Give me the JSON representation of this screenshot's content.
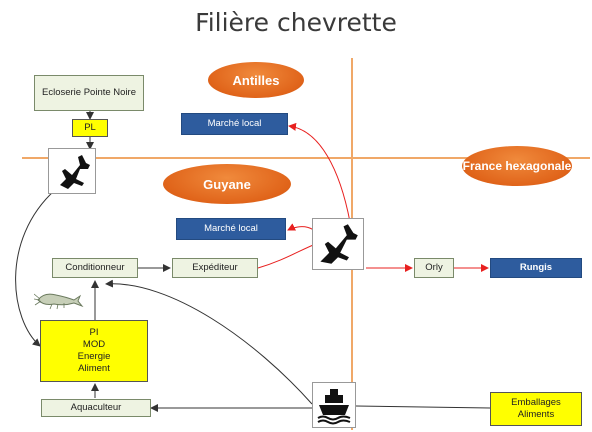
{
  "title": "Filière chevrette",
  "regions": {
    "antilles": "Antilles",
    "guyane": "Guyane",
    "france": "France hexagonale"
  },
  "nodes": {
    "ecloserie": "Ecloserie Pointe Noire",
    "pl": "PL",
    "marche_local_antilles": "Marché local",
    "marche_local_guyane": "Marché local",
    "conditionneur": "Conditionneur",
    "expediteur": "Expéditeur",
    "orly": "Orly",
    "rungis": "Rungis",
    "intrants": "PI\nMOD\nEnergie\nAliment",
    "aquaculteur": "Aquaculteur",
    "emballages": "Emballages\nAliments"
  },
  "icons": [
    "plane-icon",
    "plane-icon",
    "ship-icon",
    "shrimp-icon"
  ],
  "colors": {
    "region_fill": "#e36c1c",
    "market_fill": "#2e5c9e",
    "input_fill": "#ffff00",
    "actor_fill": "#eef3e2",
    "flow_red": "#e8201f",
    "border_line": "#f0a868"
  }
}
